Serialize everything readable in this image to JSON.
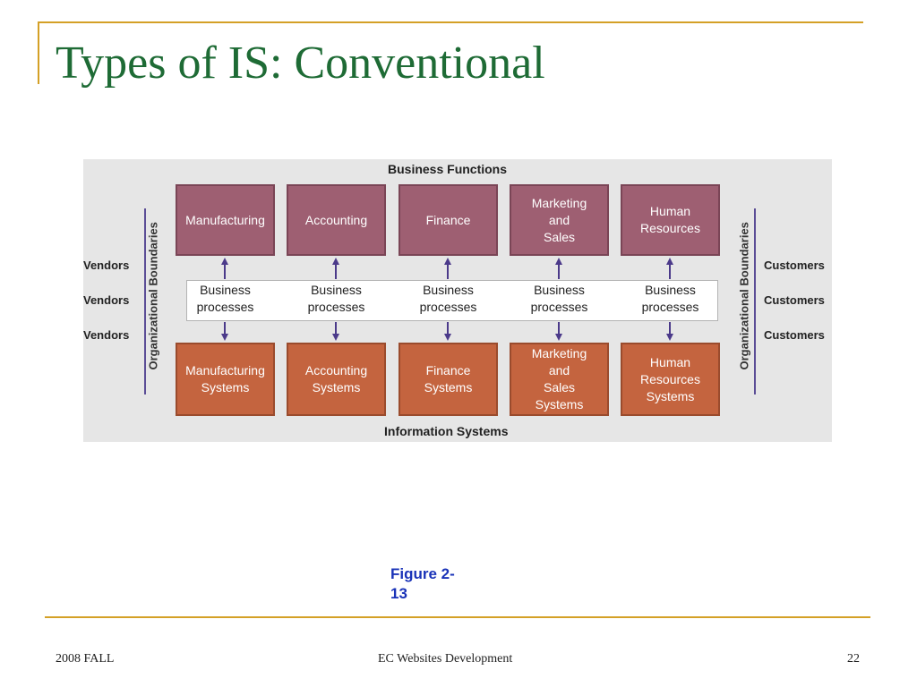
{
  "slide": {
    "title": "Types of IS: Conventional",
    "caption": "Figure 2-\n13",
    "footer": {
      "left": "2008 FALL",
      "center": "EC Websites Development",
      "page_number": "22"
    }
  },
  "diagram": {
    "top_heading": "Business Functions",
    "bottom_heading": "Information Systems",
    "boundary_label": "Organizational Boundaries",
    "vendors": [
      "Vendors",
      "Vendors",
      "Vendors"
    ],
    "customers": [
      "Customers",
      "Customers",
      "Customers"
    ],
    "functions": [
      "Manufacturing",
      "Accounting",
      "Finance",
      "Marketing\nand\nSales",
      "Human\nResources"
    ],
    "processes": [
      "Business\nprocesses",
      "Business\nprocesses",
      "Business\nprocesses",
      "Business\nprocesses",
      "Business\nprocesses"
    ],
    "systems": [
      "Manufacturing\nSystems",
      "Accounting\nSystems",
      "Finance\nSystems",
      "Marketing\nand\nSales\nSystems",
      "Human\nResources\nSystems"
    ],
    "colors": {
      "function_box": "#9e5f72",
      "system_box": "#c4643f",
      "arrow": "#4b3a8a",
      "title": "#1e6b35",
      "caption": "#1a33b8",
      "rule": "#d4a026"
    }
  }
}
